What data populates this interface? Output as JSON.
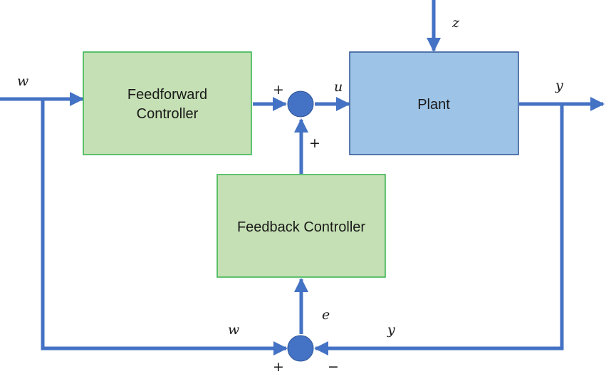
{
  "blocks": {
    "feedforward": {
      "line1": "Feedforward",
      "line2": "Controller"
    },
    "plant": {
      "label": "Plant"
    },
    "feedback": {
      "label": "Feedback Controller"
    }
  },
  "signals": {
    "w_input": "w",
    "z_disturbance": "z",
    "u_control": "u",
    "y_output": "y",
    "e_error": "e",
    "w_lower": "w",
    "y_lower": "y"
  },
  "signs": {
    "top_sum_left": "+",
    "top_sum_bottom": "+",
    "bottom_sum_left": "+",
    "bottom_sum_right": "−"
  },
  "colors": {
    "line": "#4472C4",
    "controller_fill": "#C5E0B4",
    "controller_stroke": "#33B24D",
    "plant_fill": "#9DC3E6",
    "plant_stroke": "#2F5597",
    "junction": "#4472C4"
  }
}
